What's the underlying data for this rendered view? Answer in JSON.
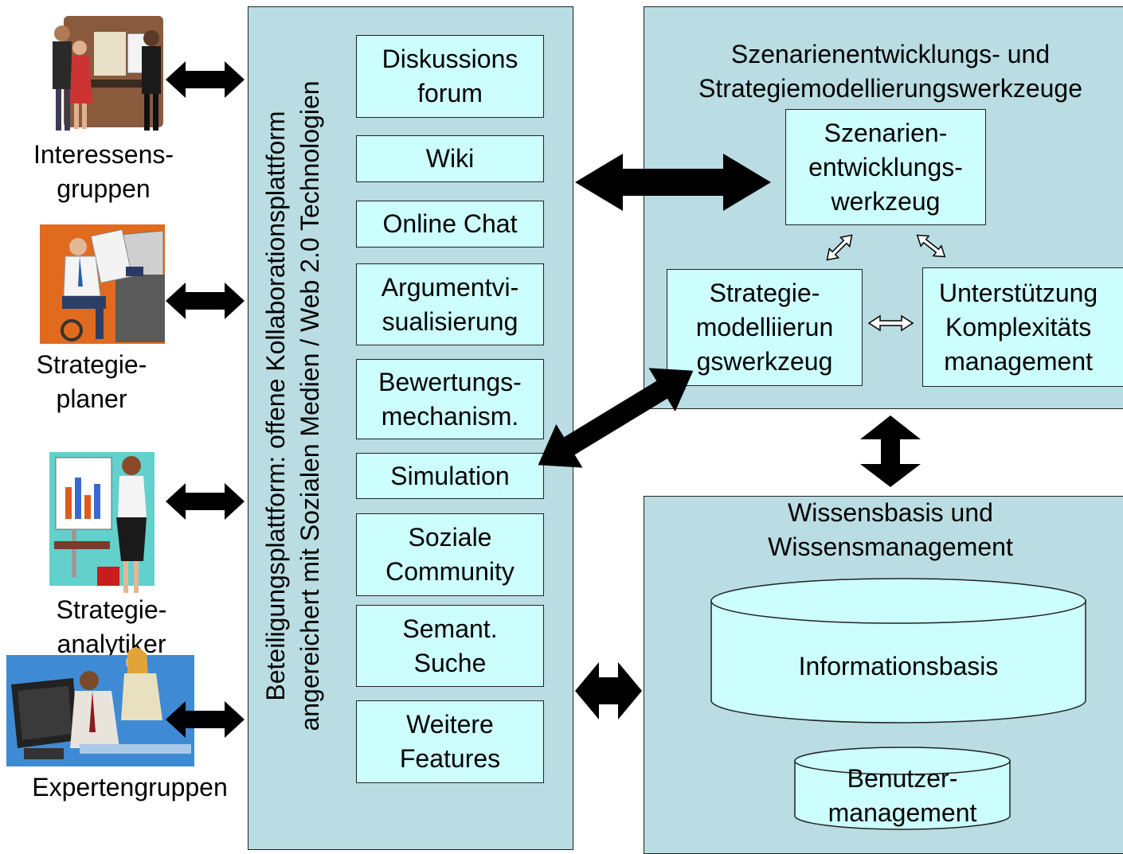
{
  "actors": [
    {
      "label_lines": [
        "Interessens-",
        "gruppen"
      ],
      "image": "people-meeting-clipart"
    },
    {
      "label_lines": [
        "Strategie-",
        "planer"
      ],
      "image": "man-reading-at-desk-clipart"
    },
    {
      "label_lines": [
        "Strategie-",
        "analytiker"
      ],
      "image": "woman-presenting-chart-clipart"
    },
    {
      "label_lines": [
        "Expertengruppen"
      ],
      "image": "people-at-computer-clipart"
    }
  ],
  "platform": {
    "title_lines": [
      "Beteiligungsplattform: offene Kollaborationsplattform",
      "angereichert mit Sozialen Medien / Web 2.0 Technologien"
    ],
    "features": [
      {
        "lines": [
          "Diskussions",
          "forum"
        ]
      },
      {
        "lines": [
          "Wiki"
        ]
      },
      {
        "lines": [
          "Online Chat"
        ]
      },
      {
        "lines": [
          "Argumentvi-",
          "sualisierung"
        ]
      },
      {
        "lines": [
          "Bewertungs-",
          "mechanism."
        ]
      },
      {
        "lines": [
          "Simulation"
        ]
      },
      {
        "lines": [
          "Soziale",
          "Community"
        ]
      },
      {
        "lines": [
          "Semant.",
          "Suche"
        ]
      },
      {
        "lines": [
          "Weitere",
          "Features"
        ]
      }
    ]
  },
  "tools": {
    "title_lines": [
      "Szenarienentwicklungs- und",
      "Strategiemodellierungswerkzeuge"
    ],
    "scenario": {
      "lines": [
        "Szenarien-",
        "entwicklungs-",
        "werkzeug"
      ]
    },
    "strategy": {
      "lines": [
        "Strategie-",
        "modelliierun",
        "gswerkzeug"
      ]
    },
    "complexity": {
      "lines": [
        "Unterstützung",
        "Komplexitäts",
        "management"
      ]
    }
  },
  "knowledge": {
    "title_lines": [
      "Wissensbasis und",
      "Wissensmanagement"
    ],
    "infobase": "Informationsbasis",
    "usermgmt_lines": [
      "Benutzer-",
      "management"
    ]
  },
  "colors": {
    "panel": "#b9dde2",
    "box": "#ccfefe",
    "arrow": "#000000"
  }
}
